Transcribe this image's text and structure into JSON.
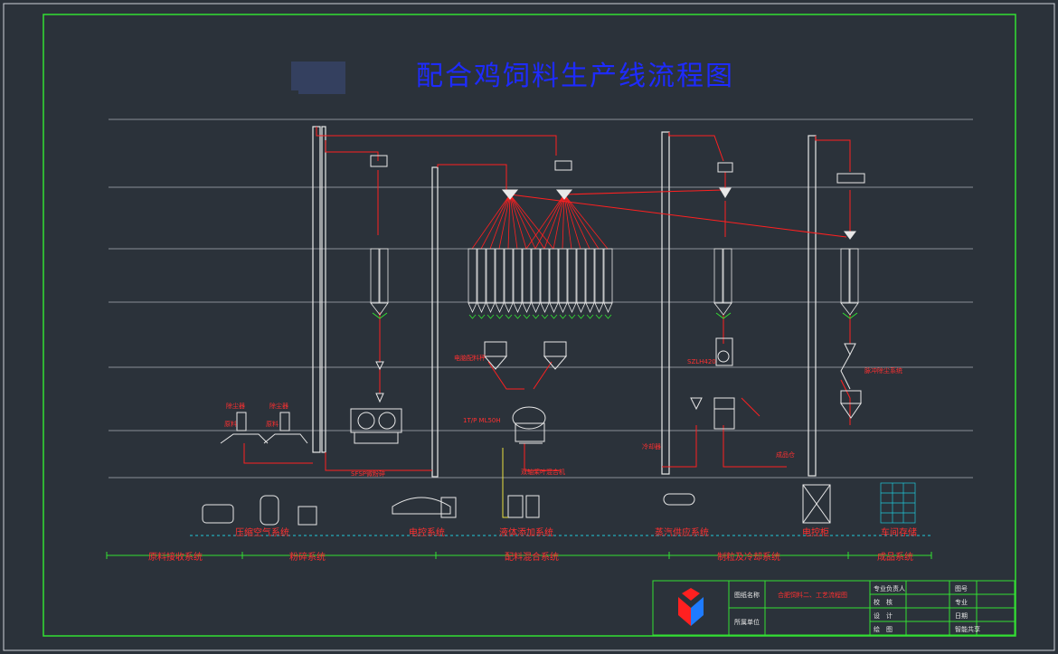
{
  "title": "配合鸡饲料生产线流程图",
  "colors": {
    "background": "#2b323a",
    "frame": "#33e033",
    "line": "#ff2020",
    "title": "#1e2bff",
    "floor": "#8a8f96",
    "equipment": "#e8e8e8",
    "yellow": "#e8e040",
    "cyan": "#20c8d8"
  },
  "system_labels": [
    "压缩空气系统",
    "电控系统",
    "液体添加系统",
    "蒸汽供应系统",
    "电控柜",
    "车间存储"
  ],
  "equipment_labels": [
    "除尘器",
    "除尘器",
    "原料",
    "原料",
    "SFSP微粉碎",
    "双轴桨叶混合机",
    "1T/P ML50H",
    "电脑配料秤",
    "SZLH420",
    "脉冲除尘系统",
    "冷却器",
    "成品仓"
  ],
  "process_sections": [
    "原料接收系统",
    "粉碎系统",
    "配料混合系统",
    "制粒及冷却系统",
    "成品系统"
  ],
  "title_block": {
    "drawing_name_label": "图纸名称",
    "drawing_name_value": "合肥饲料二、工艺流程图",
    "unit_label": "所属单位",
    "rows": [
      {
        "label": "专业负责人",
        "right": "图号"
      },
      {
        "label": "校　核",
        "right": "专业"
      },
      {
        "label": "设　计",
        "right": "日期"
      },
      {
        "label": "绘　图",
        "right": "智能共享"
      }
    ]
  }
}
